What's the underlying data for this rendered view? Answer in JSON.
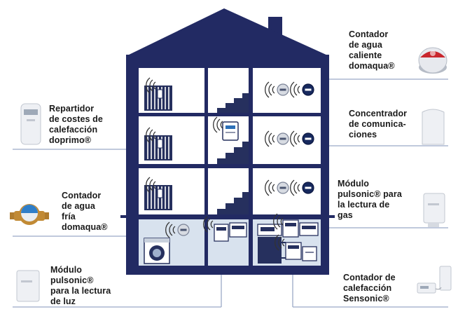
{
  "colors": {
    "house_navy": "#222a63",
    "room_background": "#ffffff",
    "ground_floor_background": "#d8e2ee",
    "connector_line": "#9aa9c6",
    "sensor_blue": "#17295e",
    "label_text": "#1a1a1a"
  },
  "labels": {
    "hot_water_meter": "Contador\nde agua\ncaliente\ndomaqua®",
    "cost_allocator": "Repartidor\nde costes de\ncalefacción\ndoprimo®",
    "concentrator": "Concentrador\nde comunica-\nciones",
    "cold_water_meter": "Contador\nde agua\nfría\ndomaqua®",
    "gas_module": "Módulo\npulsonic® para\nla lectura de\ngas",
    "light_module": "Módulo\npulsonic®\npara la lectura\nde luz",
    "heat_meter": "Contador de\ncalefacción\nSensonic®"
  },
  "devices": [
    {
      "name": "hot-water-meter-device",
      "icon": "red-dome-meter-icon"
    },
    {
      "name": "cost-allocator-device",
      "icon": "heat-cost-allocator-icon"
    },
    {
      "name": "concentrator-device",
      "icon": "communication-concentrator-icon"
    },
    {
      "name": "cold-water-meter-device",
      "icon": "water-meter-icon"
    },
    {
      "name": "gas-module-device",
      "icon": "pulse-module-icon"
    },
    {
      "name": "light-module-device",
      "icon": "pulse-module-icon"
    },
    {
      "name": "heat-meter-device",
      "icon": "heat-meter-icon"
    }
  ]
}
